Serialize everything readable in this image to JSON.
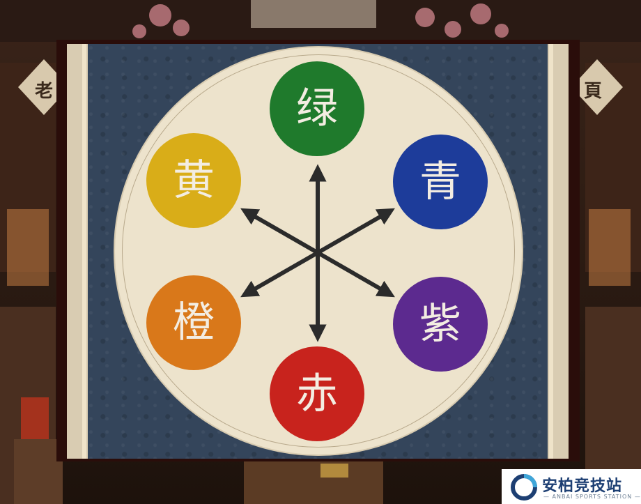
{
  "background": {
    "sign_left_char": "老",
    "sign_right_char": "頁"
  },
  "wheel": {
    "colors": [
      {
        "id": "green",
        "char": "绿",
        "hex": "#1f7a2c"
      },
      {
        "id": "blue",
        "char": "青",
        "hex": "#1d3c9a"
      },
      {
        "id": "purple",
        "char": "紫",
        "hex": "#5c2a8f"
      },
      {
        "id": "red",
        "char": "赤",
        "hex": "#c8231d"
      },
      {
        "id": "orange",
        "char": "橙",
        "hex": "#d9781a"
      },
      {
        "id": "yellow",
        "char": "黄",
        "hex": "#d9ad18"
      }
    ],
    "arrow_color": "#2b2b2b"
  },
  "watermark": {
    "text_cn": "安柏竞技站",
    "text_en": "— ANBAI SPORTS STATION —",
    "accent": "#1d3f73"
  }
}
